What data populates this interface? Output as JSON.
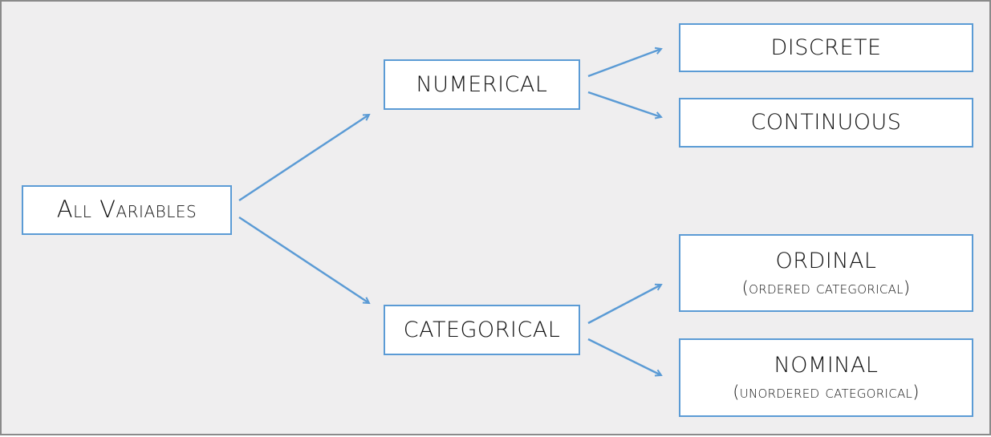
{
  "colors": {
    "background": "#efeeef",
    "frame": "#8a8a8a",
    "accent": "#5b9bd5",
    "text": "#111111"
  },
  "nodes": {
    "root": {
      "label": "All Variables"
    },
    "numerical": {
      "label": "NUMERICAL"
    },
    "categorical": {
      "label": "CATEGORICAL"
    },
    "discrete": {
      "label": "DISCRETE"
    },
    "continuous": {
      "label": "CONTINUOUS"
    },
    "ordinal": {
      "label": "ORDINAL",
      "sub": "(ordered categorical)"
    },
    "nominal": {
      "label": "NOMINAL",
      "sub": "(unordered categorical)"
    }
  },
  "edges": [
    {
      "from": "root",
      "to": "numerical"
    },
    {
      "from": "root",
      "to": "categorical"
    },
    {
      "from": "numerical",
      "to": "discrete"
    },
    {
      "from": "numerical",
      "to": "continuous"
    },
    {
      "from": "categorical",
      "to": "ordinal"
    },
    {
      "from": "categorical",
      "to": "nominal"
    }
  ]
}
